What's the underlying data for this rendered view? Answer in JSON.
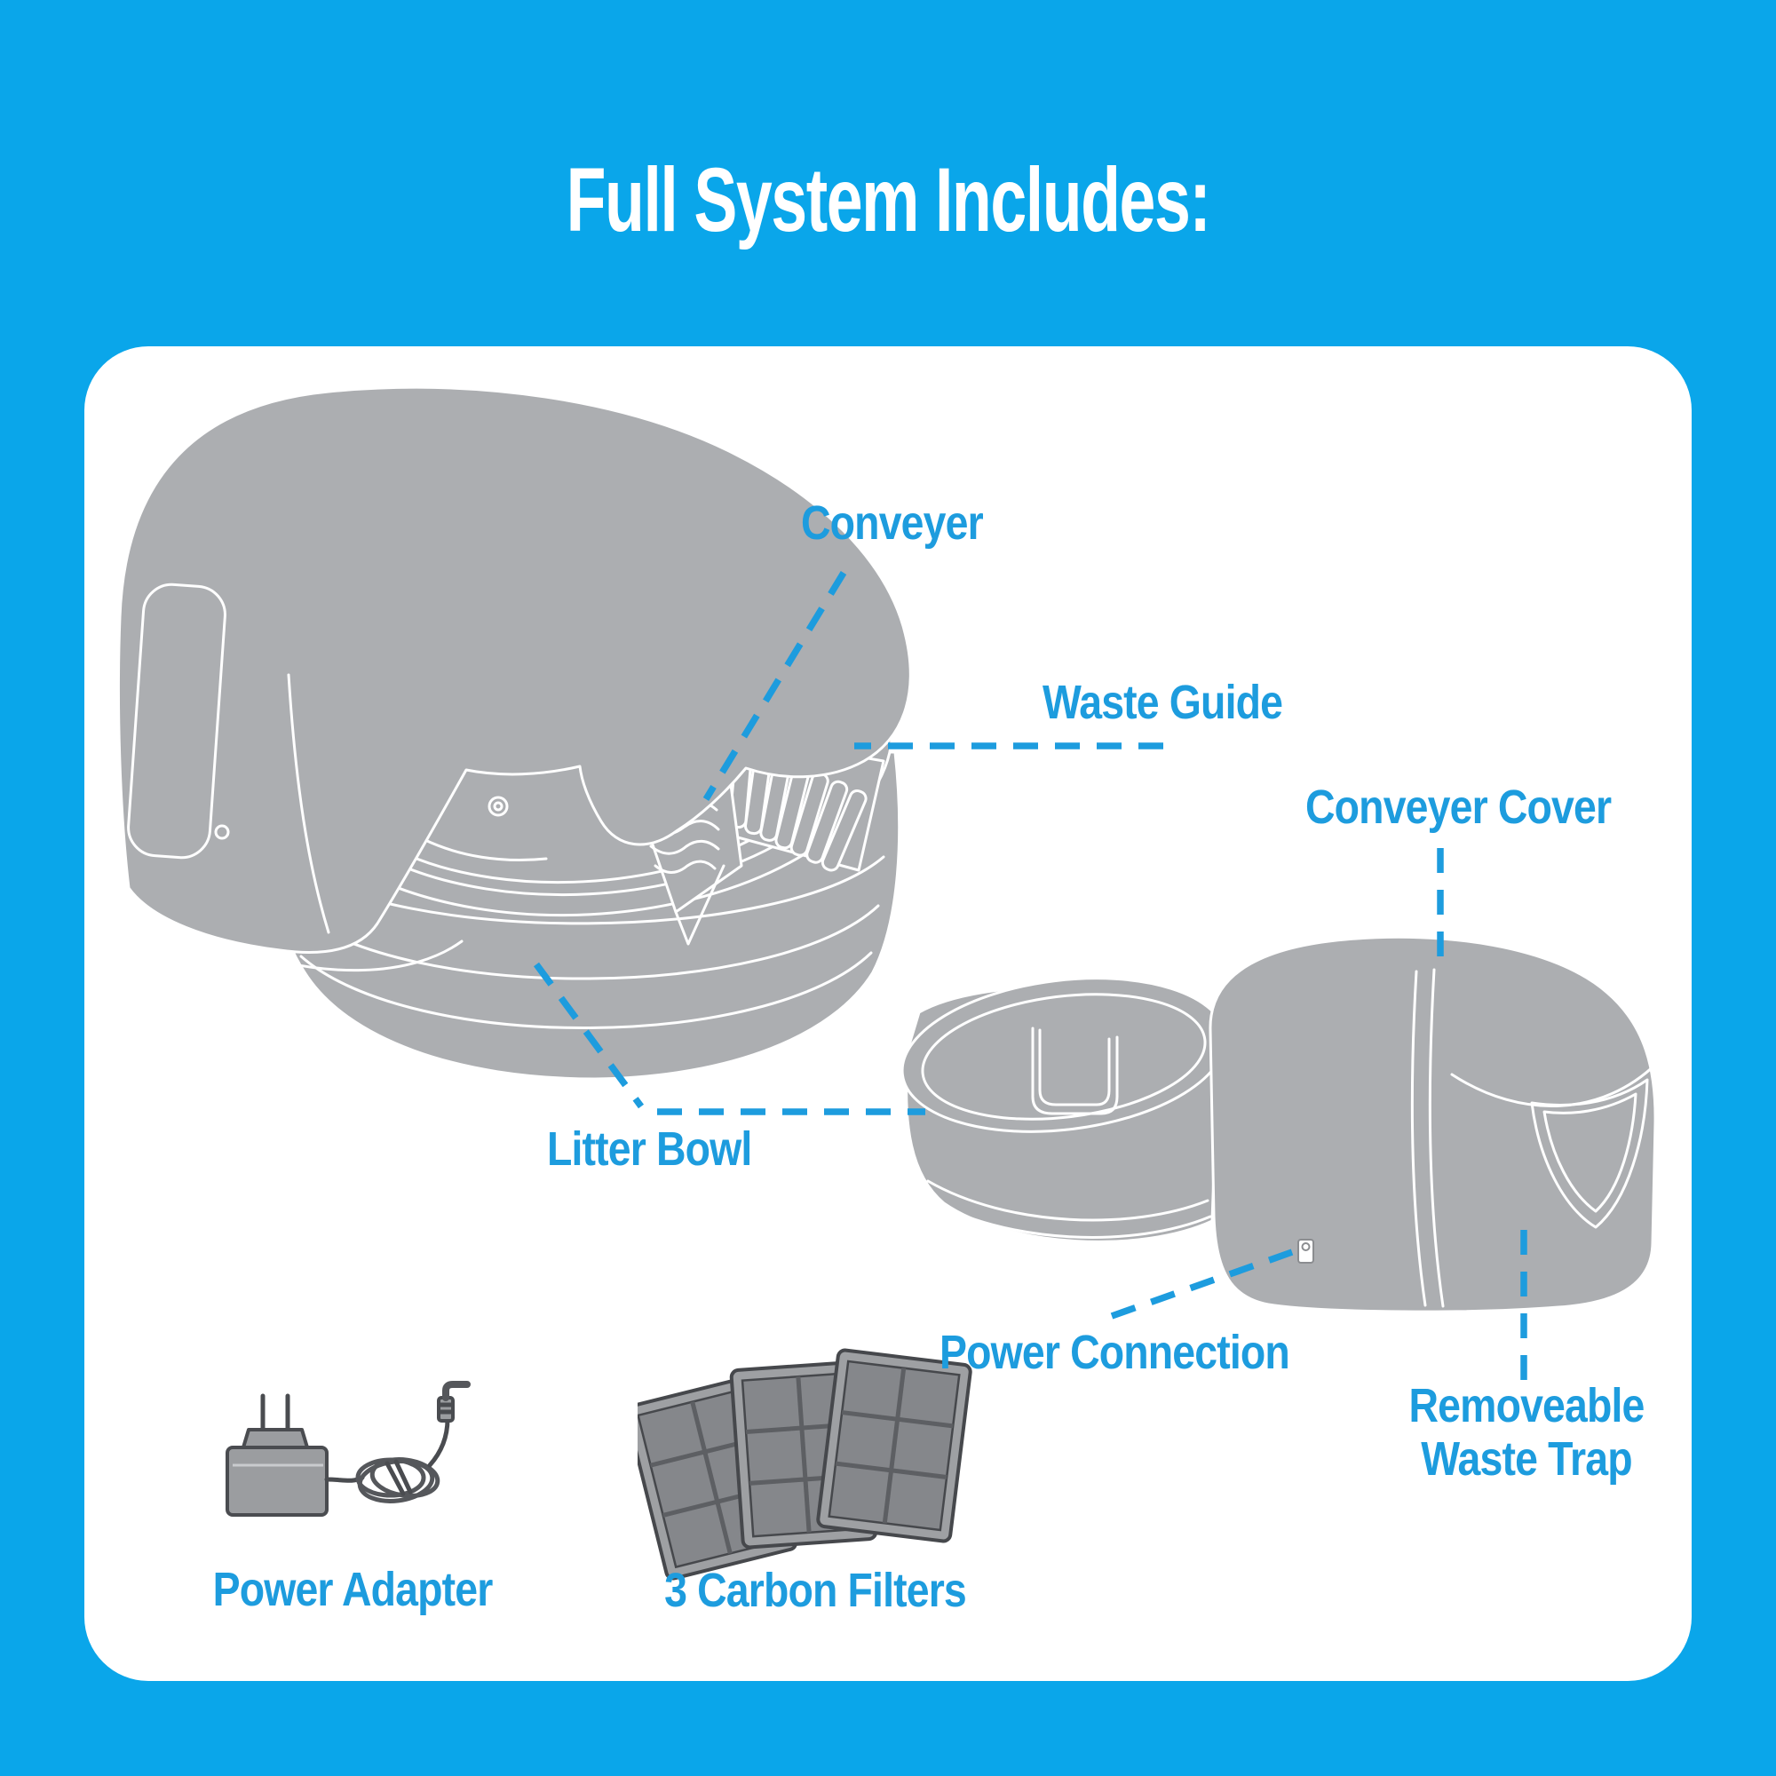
{
  "title": "Full System Includes:",
  "labels": {
    "conveyer": "Conveyer",
    "waste_guide": "Waste Guide",
    "conveyer_cover": "Conveyer Cover",
    "litter_bowl": "Litter Bowl",
    "power_connection": "Power Connection",
    "removeable_waste_trap": {
      "line1": "Removeable",
      "line2": "Waste Trap"
    },
    "power_adapter": "Power Adapter",
    "carbon_filters": "3 Carbon Filters"
  },
  "colors": {
    "bg": "#0aa6ea",
    "label": "#1d9cde",
    "panel": "#ffffff",
    "gray": "#acaeb1"
  },
  "icons": {
    "litter_unit": "disassembled-litter-bowl-with-conveyer-illustration",
    "assembled_unit": "assembled-unit-with-cover-illustration",
    "power_port": "power-port-icon",
    "power_adapter": "power-adapter-illustration",
    "carbon_filters": "carbon-filters-illustration"
  }
}
